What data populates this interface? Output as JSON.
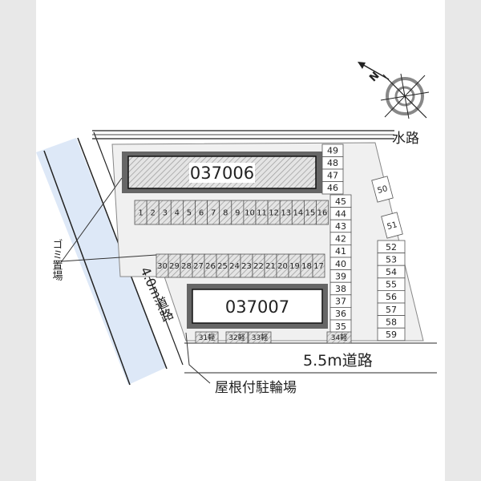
{
  "buildings": [
    {
      "id": "037006"
    },
    {
      "id": "037007"
    }
  ],
  "parking_rows": {
    "upper_row": [
      "1",
      "2",
      "3",
      "4",
      "5",
      "6",
      "7",
      "8",
      "9",
      "10",
      "11",
      "12",
      "13",
      "14",
      "15",
      "16"
    ],
    "middle_row": [
      "30",
      "29",
      "28",
      "27",
      "26",
      "25",
      "24",
      "23",
      "22",
      "21",
      "20",
      "19",
      "18",
      "17"
    ],
    "right_top_column": [
      "49",
      "48",
      "47",
      "46"
    ],
    "right_column": [
      "45",
      "44",
      "43",
      "42",
      "41",
      "40",
      "39",
      "38",
      "37",
      "36",
      "35"
    ],
    "far_right_column": [
      "52",
      "53",
      "54",
      "55",
      "56",
      "57",
      "58",
      "59"
    ],
    "angled_slots": [
      "50",
      "51"
    ],
    "kei_slots": [
      "31軽",
      "32軽",
      "33軽",
      "34軽"
    ]
  },
  "labels": {
    "waterway": "水路",
    "road_west": "4.0m道路",
    "road_west_parts": [
      "4.0",
      "m",
      "道",
      "路"
    ],
    "road_south": "5.5m道路",
    "garbage": "ゴミ置場",
    "garbage_chars": [
      "ゴ",
      "ミ",
      "置",
      "場"
    ],
    "bicycle_parking": "屋根付駐輪場",
    "compass_north": "N"
  },
  "colors": {
    "river": "#dde8f7",
    "lot": "#efefef",
    "hatch": "#bbbbbb",
    "building_border": "#555555"
  }
}
